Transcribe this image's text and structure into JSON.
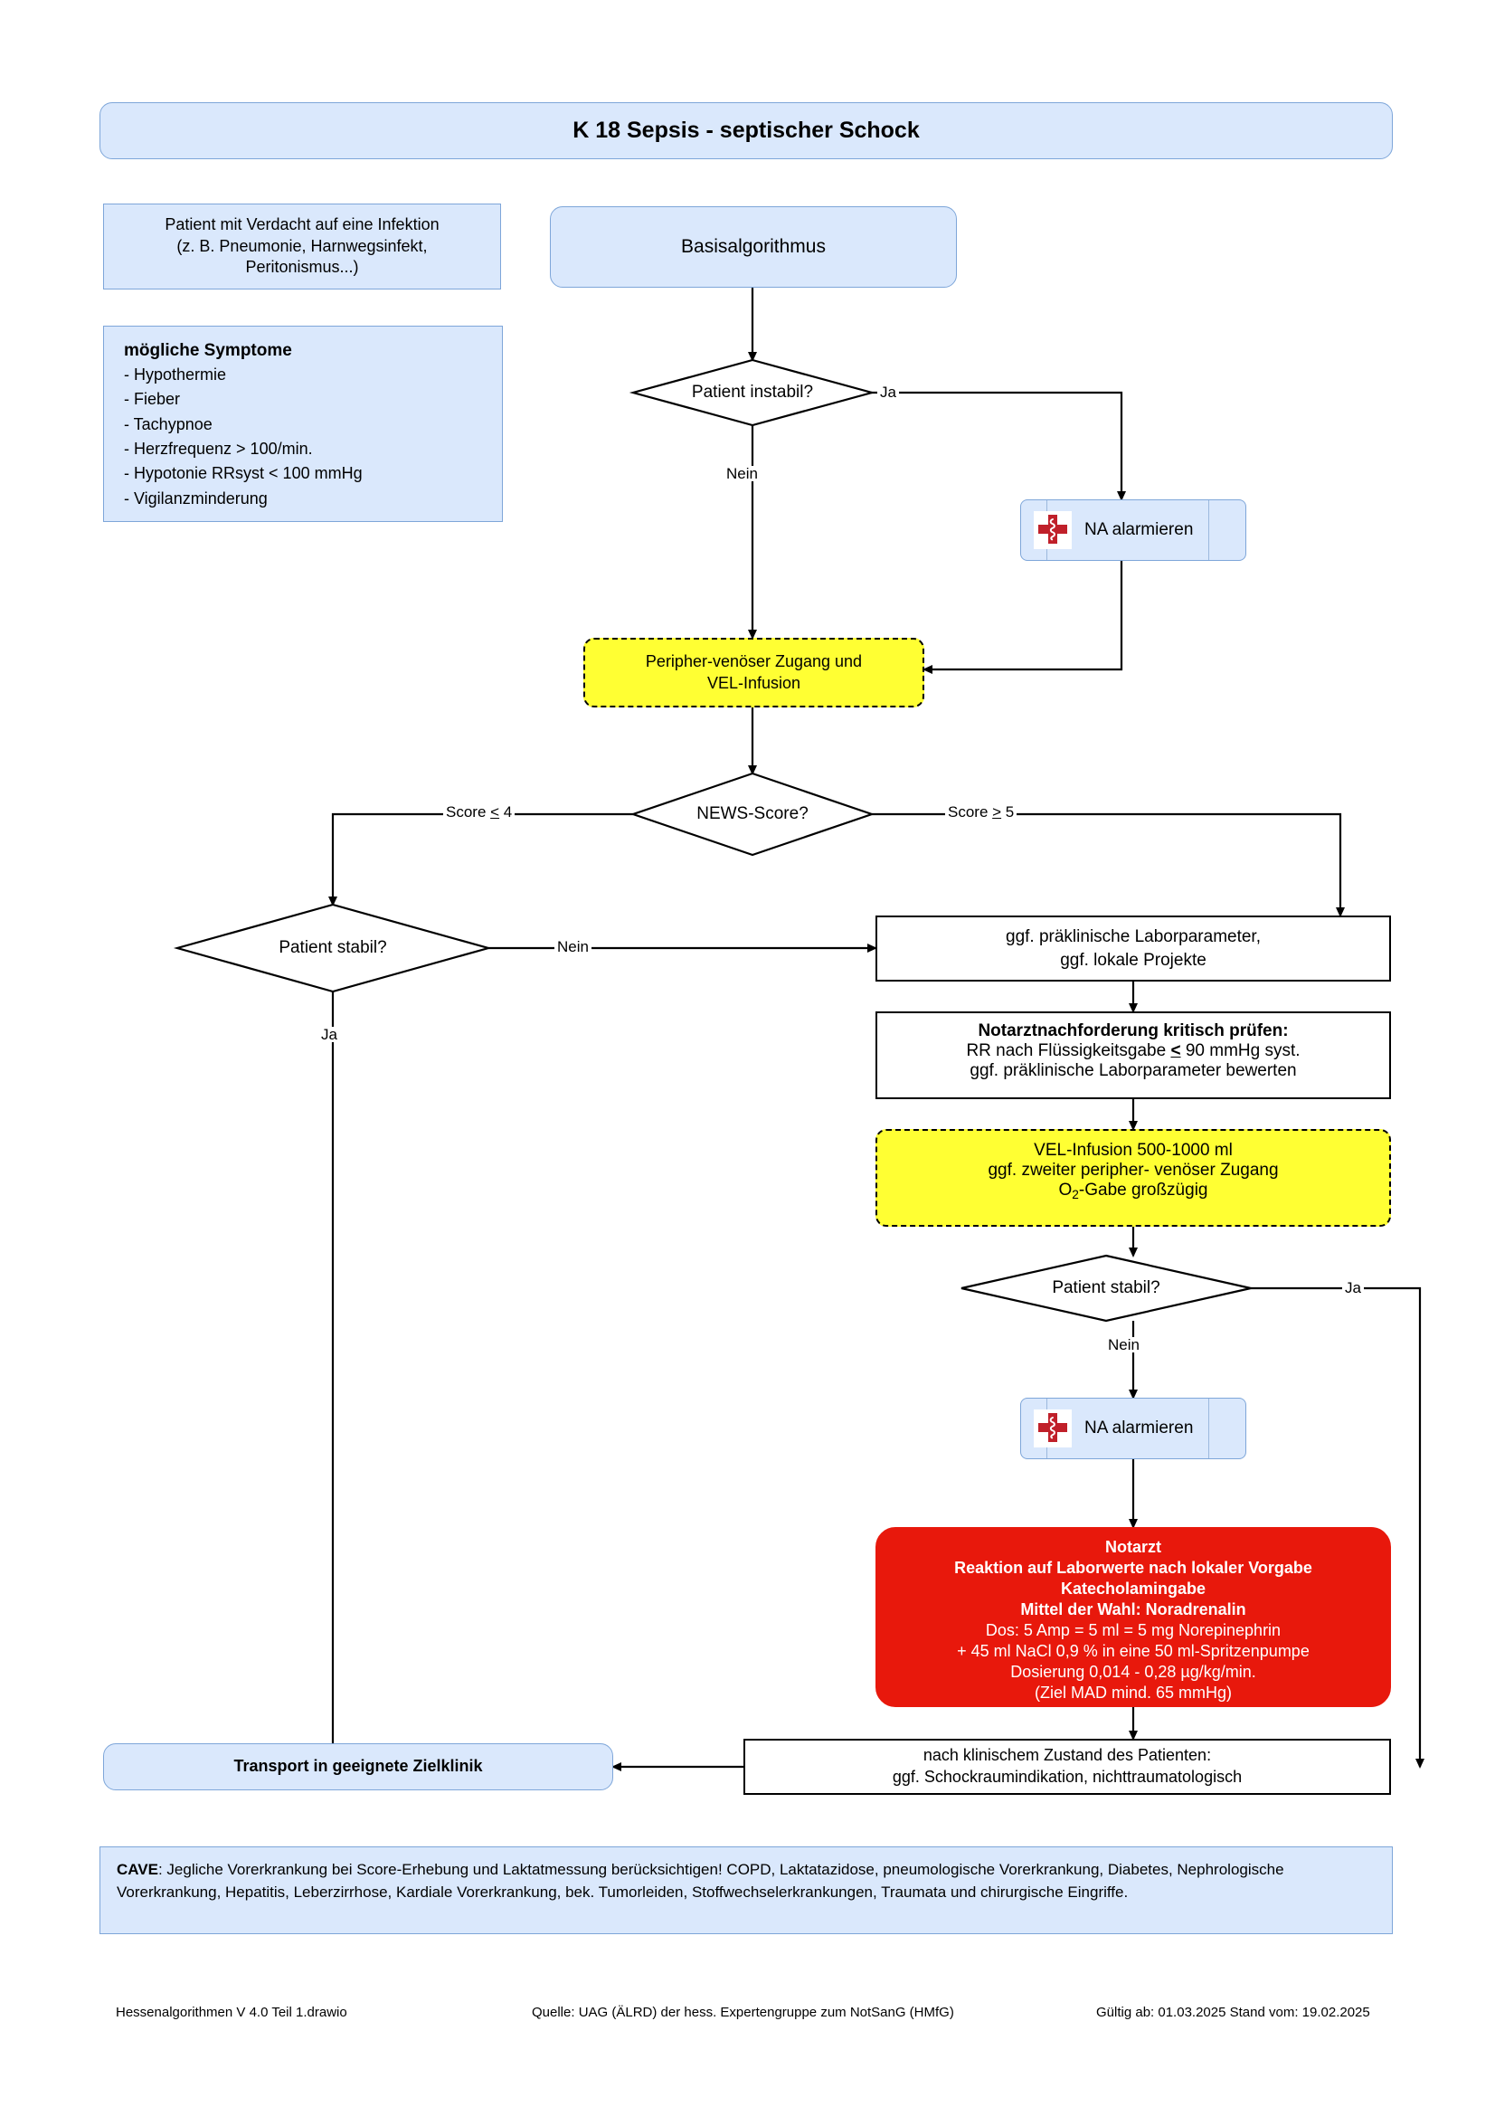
{
  "title": "K 18 Sepsis - septischer Schock",
  "boxes": {
    "infection": "Patient mit Verdacht auf eine Infektion\n(z. B. Pneumonie, Harnwegsinfekt,\nPeritonismus...)",
    "symptoms_heading": "mögliche Symptome",
    "symptoms": [
      "- Hypothermie",
      "- Fieber",
      "- Tachypnoe",
      "- Herzfrequenz  > 100/min.",
      "- Hypotonie RRsyst < 100 mmHg",
      "- Vigilanzminderung"
    ],
    "basisalgorithmus": "Basisalgorithmus",
    "patient_instabil": "Patient instabil?",
    "na_alarmieren_1": "NA alarmieren",
    "zugang_vel": "Peripher-venöser Zugang und\nVEL-Infusion",
    "news_score": "NEWS-Score?",
    "patient_stabil_1": "Patient stabil?",
    "labor": "ggf. präklinische Laborparameter,\nggf. lokale Projekte",
    "notarzt_pruefen_head": "Notarztnachforderung kritisch prüfen:",
    "notarzt_pruefen_l2_a": "RR nach Flüssigkeitsgabe ",
    "notarzt_pruefen_l2_sym": "<",
    "notarzt_pruefen_l2_b": " 90 mmHg syst.",
    "notarzt_pruefen_l3": "ggf. präklinische Laborparameter bewerten",
    "vel_infusion_l1": "VEL-Infusion 500-1000 ml",
    "vel_infusion_l2": "ggf. zweiter peripher- venöser Zugang",
    "vel_infusion_l3_a": "O",
    "vel_infusion_l3_sub": "2",
    "vel_infusion_l3_b": "-Gabe großzügig",
    "patient_stabil_2": "Patient stabil?",
    "na_alarmieren_2": "NA alarmieren",
    "notarzt_red_bold": [
      "Notarzt",
      "Reaktion auf Laborwerte nach lokaler Vorgabe",
      "Katecholamingabe",
      "Mittel der Wahl: Noradrenalin"
    ],
    "notarzt_red_normal": [
      "Dos: 5 Amp = 5 ml = 5 mg Norepinephrin",
      "+ 45 ml NaCl 0,9 % in eine 50 ml-Spritzenpumpe",
      "Dosierung 0,014 - 0,28 µg/kg/min.",
      "(Ziel MAD mind. 65 mmHg)"
    ],
    "klinischer_zustand": "nach klinischem Zustand des Patienten:\nggf. Schockraumindikation, nichttraumatologisch",
    "transport": "Transport in geeignete Zielklinik",
    "cave_label": "CAVE",
    "cave_text": ": Jegliche Vorerkrankung bei Score-Erhebung und Laktatmessung berücksichtigen! COPD, Laktatazidose, pneumologische Vorerkrankung, Diabetes, Nephrologische Vorerkrankung, Hepatitis, Leberzirrhose, Kardiale Vorerkrankung, bek. Tumorleiden, Stoffwechselerkrankungen, Traumata und chirurgische Eingriffe."
  },
  "edge_labels": {
    "ja1": "Ja",
    "nein1": "Nein",
    "score_le_a": "Score ",
    "score_le_sym": "<",
    "score_le_b": " 4",
    "score_ge_a": "Score ",
    "score_ge_sym": ">",
    "score_ge_b": " 5",
    "nein2": "Nein",
    "ja2": "Ja",
    "ja3": "Ja",
    "nein3": "Nein"
  },
  "footer": {
    "left": "Hessenalgorithmen V 4.0 Teil 1.drawio",
    "center": "Quelle: UAG (ÄLRD) der hess. Expertengruppe zum NotSanG (HMfG)",
    "right": "Gültig ab: 01.03.2025 Stand vom: 19.02.2025"
  },
  "colors": {
    "blue_fill": "#dae8fc",
    "blue_stroke": "#7ea6d9",
    "yellow_fill": "#ffff33",
    "red_fill": "#e8180c",
    "line": "#000000"
  },
  "icons": {
    "na": "medical-cross-asclepius-icon"
  }
}
